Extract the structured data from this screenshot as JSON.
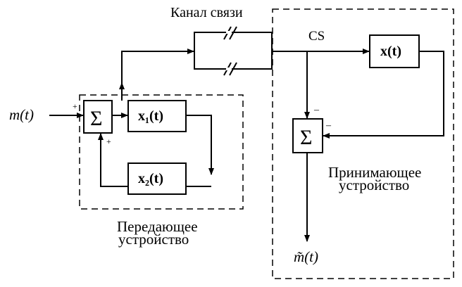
{
  "diagram": {
    "channel_label": "Канал связи",
    "cs_label": "CS",
    "input_label": "m(t)",
    "output_label": "m̃(t)",
    "blocks": {
      "x1": "x₁(t)",
      "x2": "x₂(t)",
      "x": "x(t)",
      "sum_symbol": "Σ"
    },
    "signs": {
      "plus": "+",
      "minus": "–"
    },
    "transmitter_label_line1": "Передающее",
    "transmitter_label_line2": "устройство",
    "receiver_label_line1": "Принимающее",
    "receiver_label_line2": "устройство"
  }
}
